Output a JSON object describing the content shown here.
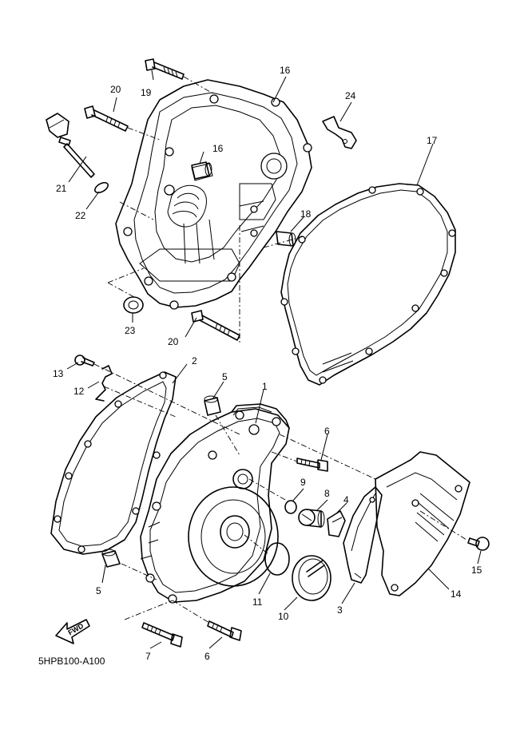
{
  "diagram_code": "5HPB100-A100",
  "fwd_label": "FWD",
  "callouts": {
    "c1": "1",
    "c2": "2",
    "c3": "3",
    "c4": "4",
    "c5a": "5",
    "c5b": "5",
    "c6a": "6",
    "c6b": "6",
    "c7": "7",
    "c8": "8",
    "c9": "9",
    "c10": "10",
    "c11": "11",
    "c12": "12",
    "c13": "13",
    "c14": "14",
    "c15": "15",
    "c16a": "16",
    "c16b": "16",
    "c17": "17",
    "c18": "18",
    "c19": "19",
    "c20a": "20",
    "c20b": "20",
    "c21": "21",
    "c22": "22",
    "c23": "23",
    "c24": "24"
  }
}
